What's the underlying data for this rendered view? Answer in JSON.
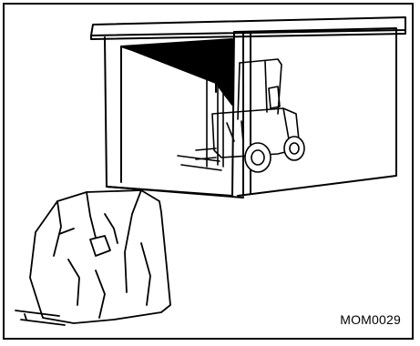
{
  "figure": {
    "code": "MOM0029",
    "depicts": [
      "garage-shelter",
      "parked-forklift",
      "covered-forklift"
    ]
  },
  "colors": {
    "line": "#000000",
    "background": "#ffffff",
    "interior_shadow": "#000000"
  }
}
